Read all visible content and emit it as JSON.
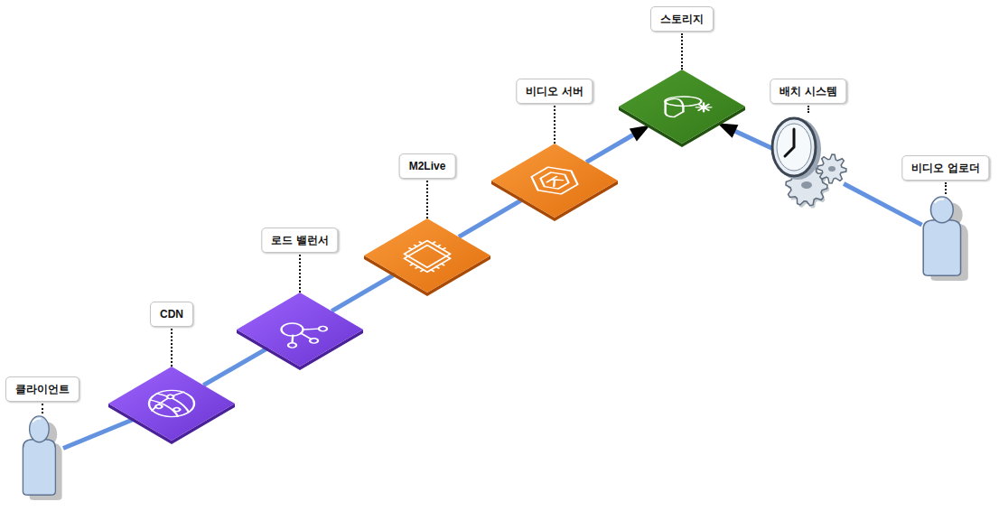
{
  "diagram": {
    "nodes": [
      {
        "text": [
          "클라이언트"
        ]
      },
      {
        "text": [
          "CDN"
        ]
      },
      {
        "text": [
          "로드 밸런서"
        ]
      },
      {
        "text": [
          "M2Live"
        ]
      },
      {
        "text": [
          "비디오 서버"
        ]
      },
      {
        "text": [
          "스토리지"
        ]
      },
      {
        "text": [
          "배치 시스템"
        ]
      },
      {
        "text": [
          "비디오 업로더"
        ]
      }
    ],
    "edges": [
      {
        "from": 0,
        "to": 1,
        "arrow": "none"
      },
      {
        "from": 1,
        "to": 2,
        "arrow": "none"
      },
      {
        "from": 2,
        "to": 3,
        "arrow": "none"
      },
      {
        "from": 3,
        "to": 4,
        "arrow": "none"
      },
      {
        "from": 4,
        "to": 5,
        "arrow": "to"
      },
      {
        "from": 6,
        "to": 5,
        "arrow": "to"
      },
      {
        "from": 7,
        "to": 6,
        "arrow": "none"
      }
    ]
  }
}
